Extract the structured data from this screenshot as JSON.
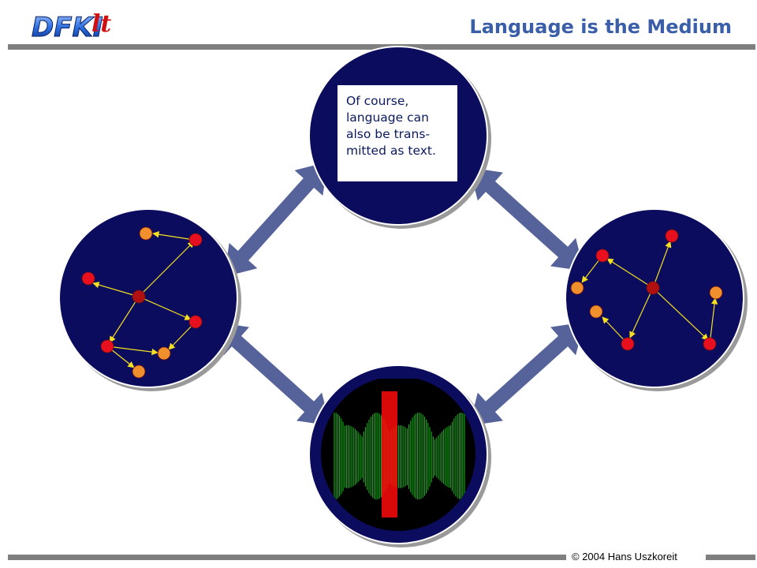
{
  "header": {
    "title": "Language is the Medium",
    "logo_text": "DFKI lt"
  },
  "footer": {
    "copyright": "© 2004 Hans Uszkoreit"
  },
  "diagram": {
    "text_box_lines": [
      "Of course,",
      "language can",
      "also be trans-",
      "mitted as text."
    ],
    "colors": {
      "circle": "#0c0c5e",
      "arrow": "#56639a",
      "node_red": "#e8101e",
      "node_orange": "#f0902c",
      "node_center": "#b01010",
      "edge": "#f4e020",
      "wave": "#1ee024",
      "wave_band": "#ff0a0a",
      "title": "#3a5ea8"
    }
  }
}
